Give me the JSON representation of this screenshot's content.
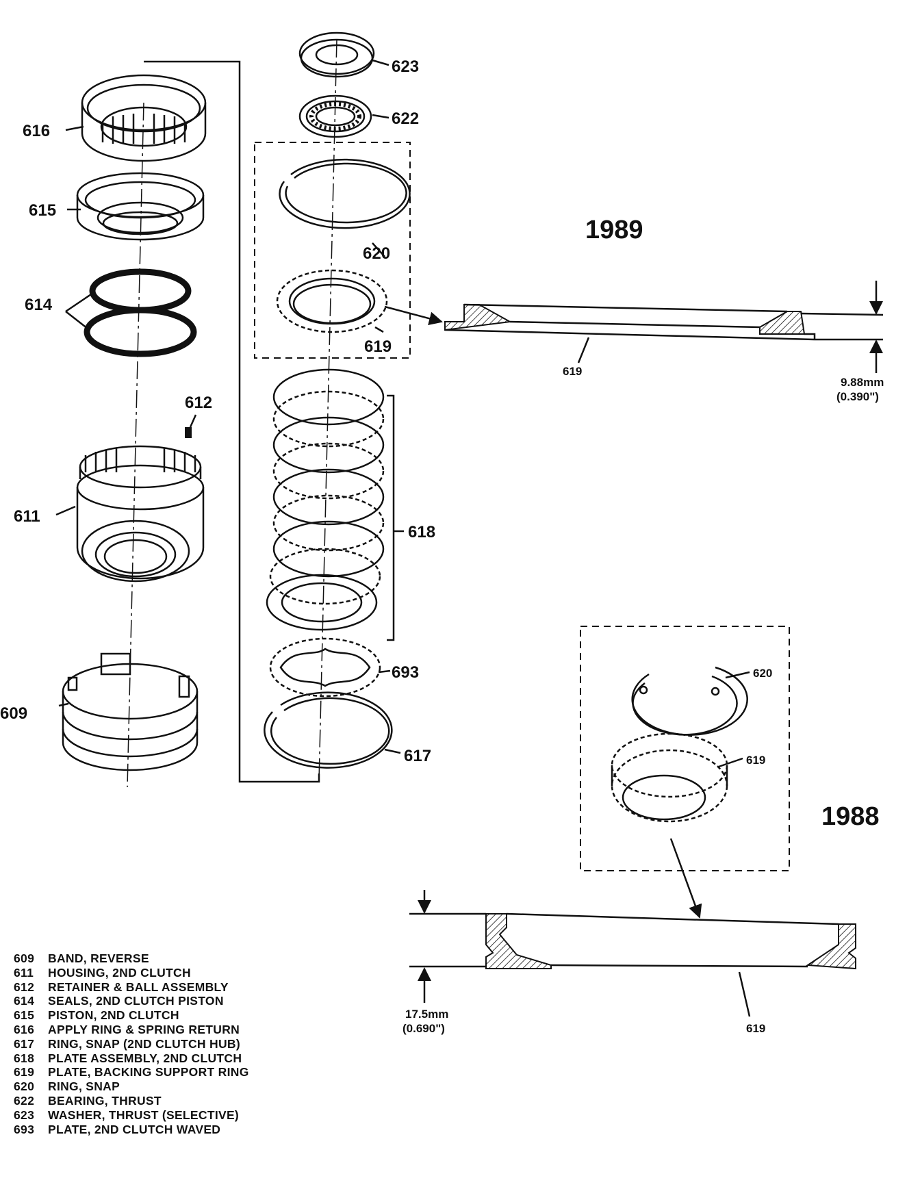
{
  "years": {
    "y1989": "1989",
    "y1988": "1988"
  },
  "callouts": {
    "p623": "623",
    "p622": "622",
    "p616": "616",
    "p615": "615",
    "p620_1989": "620",
    "p614": "614",
    "p619_1989": "619",
    "p612": "612",
    "p611": "611",
    "p618": "618",
    "p693": "693",
    "p609": "609",
    "p617": "617",
    "p620_1988": "620",
    "p619_1988": "619",
    "section_619_1989": "619",
    "section_619_1988": "619"
  },
  "dimensions": {
    "d1989_mm": "9.88mm",
    "d1989_in": "(0.390\")",
    "d1988_mm": "17.5mm",
    "d1988_in": "(0.690\")"
  },
  "legend": [
    {
      "num": "609",
      "text": "BAND, REVERSE"
    },
    {
      "num": "611",
      "text": "HOUSING, 2ND CLUTCH"
    },
    {
      "num": "612",
      "text": "RETAINER & BALL ASSEMBLY"
    },
    {
      "num": "614",
      "text": "SEALS, 2ND CLUTCH PISTON"
    },
    {
      "num": "615",
      "text": "PISTON, 2ND CLUTCH"
    },
    {
      "num": "616",
      "text": "APPLY RING & SPRING RETURN"
    },
    {
      "num": "617",
      "text": "RING, SNAP (2ND CLUTCH HUB)"
    },
    {
      "num": "618",
      "text": "PLATE ASSEMBLY, 2ND CLUTCH"
    },
    {
      "num": "619",
      "text": "PLATE, BACKING SUPPORT RING"
    },
    {
      "num": "620",
      "text": "RING, SNAP"
    },
    {
      "num": "622",
      "text": "BEARING, THRUST"
    },
    {
      "num": "623",
      "text": "WASHER, THRUST (SELECTIVE)"
    },
    {
      "num": "693",
      "text": "PLATE, 2ND CLUTCH WAVED"
    }
  ]
}
